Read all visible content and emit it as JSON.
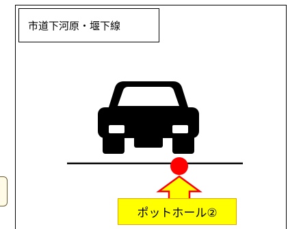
{
  "title": "市道下河原・堰下線",
  "pothole_label": "ポットホール②",
  "icons": {
    "car": "car-front-icon",
    "marker": "red-dot-marker",
    "arrow": "up-arrow-icon"
  },
  "colors": {
    "marker": "#ff0000",
    "arrow_fill": "#ffff00",
    "arrow_stroke": "#ff0000",
    "label_bg": "#ffff00",
    "label_border": "#e8a200",
    "car": "#000000"
  }
}
